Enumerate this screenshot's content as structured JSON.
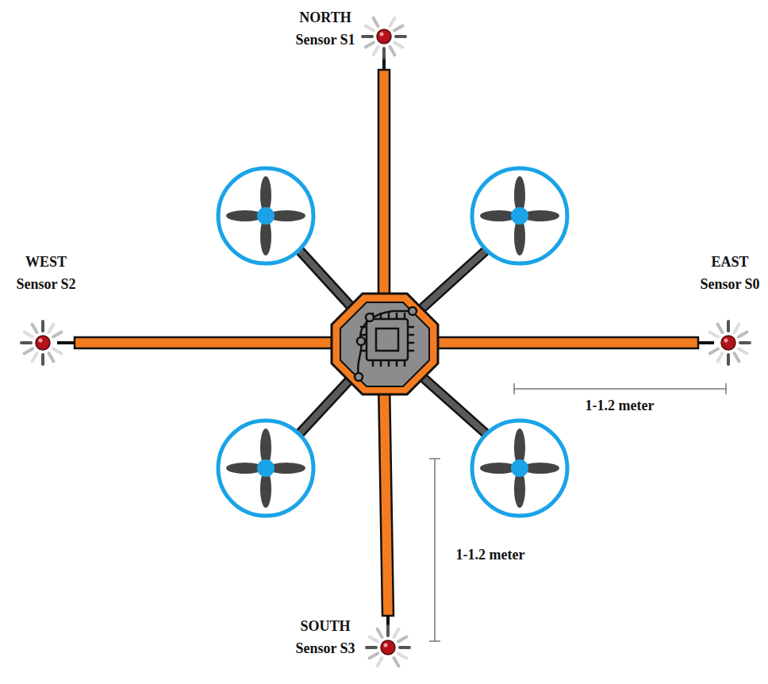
{
  "diagram": {
    "labels": [
      "NORTH Sensor S1",
      "WEST Sensor S2",
      "EAST Sensor S0",
      "SOUTH Sensor S3",
      "1-1.2 meter",
      "1-1.2 meter"
    ]
  }
}
